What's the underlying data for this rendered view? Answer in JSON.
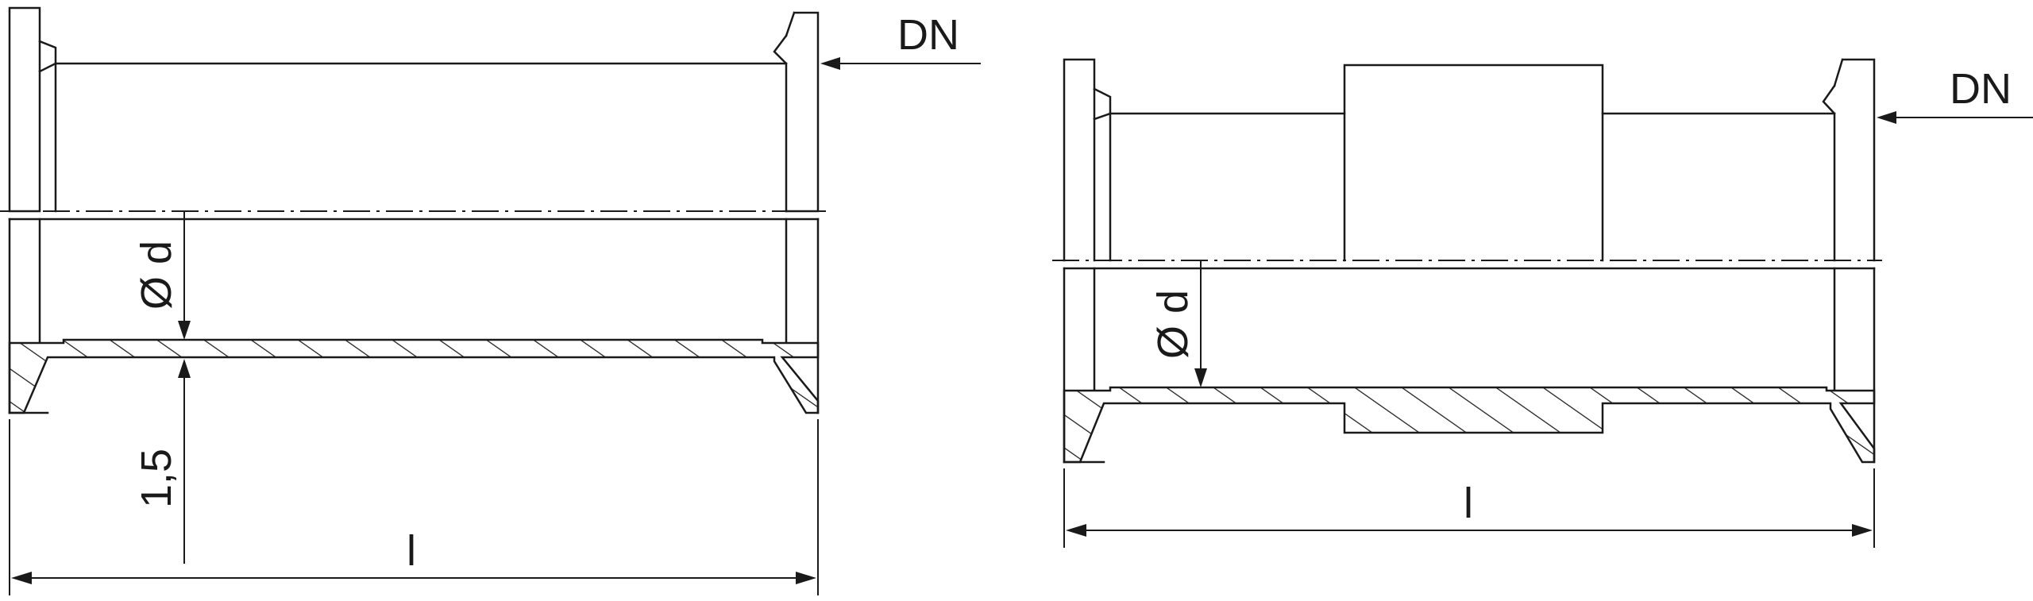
{
  "left_drawing": {
    "nominal_label": "DN",
    "diameter_label": "Ø d",
    "wall_label": "1,5",
    "length_label": "l"
  },
  "right_drawing": {
    "nominal_label": "DN",
    "diameter_label": "Ø d",
    "length_label": "l"
  }
}
